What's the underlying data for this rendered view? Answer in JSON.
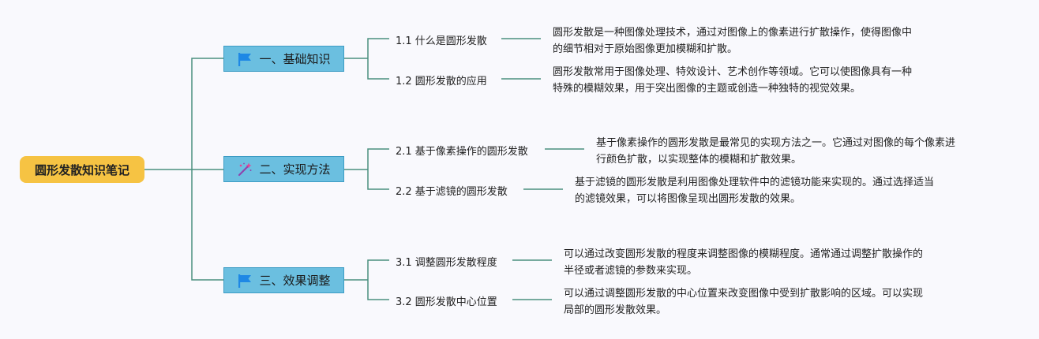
{
  "root": {
    "label": "圆形发散知识笔记"
  },
  "branches": [
    {
      "label": "一、基础知识",
      "icon": "flag-icon",
      "children": [
        {
          "label": "1.1 什么是圆形发散",
          "desc": [
            "圆形发散是一种图像处理技术，通过对图像上的像素进行扩散操作，使得图像中",
            "的细节相对于原始图像更加模糊和扩散。"
          ]
        },
        {
          "label": "1.2 圆形发散的应用",
          "desc": [
            "圆形发散常用于图像处理、特效设计、艺术创作等领域。它可以使图像具有一种",
            "特殊的模糊效果，用于突出图像的主题或创造一种独特的视觉效果。"
          ]
        }
      ]
    },
    {
      "label": "二、实现方法",
      "icon": "magic-wand-icon",
      "children": [
        {
          "label": "2.1 基于像素操作的圆形发散",
          "desc": [
            "基于像素操作的圆形发散是最常见的实现方法之一。它通过对图像的每个像素进",
            "行颜色扩散，以实现整体的模糊和扩散效果。"
          ]
        },
        {
          "label": "2.2 基于滤镜的圆形发散",
          "desc": [
            "基于滤镜的圆形发散是利用图像处理软件中的滤镜功能来实现的。通过选择适当",
            "的滤镜效果，可以将图像呈现出圆形发散的效果。"
          ]
        }
      ]
    },
    {
      "label": "三、效果调整",
      "icon": "flag-icon",
      "children": [
        {
          "label": "3.1 调整圆形发散程度",
          "desc": [
            "可以通过改变圆形发散的程度来调整图像的模糊程度。通常通过调整扩散操作的",
            "半径或者滤镜的参数来实现。"
          ]
        },
        {
          "label": "3.2 圆形发散中心位置",
          "desc": [
            "可以通过调整圆形发散的中心位置来改变图像中受到扩散影响的区域。可以实现",
            "局部的圆形发散效果。"
          ]
        }
      ]
    }
  ],
  "colors": {
    "root": "#f6c343",
    "branch": "#6bbfe0",
    "line": "#4a8f7f",
    "flag": "#1e88e5"
  }
}
